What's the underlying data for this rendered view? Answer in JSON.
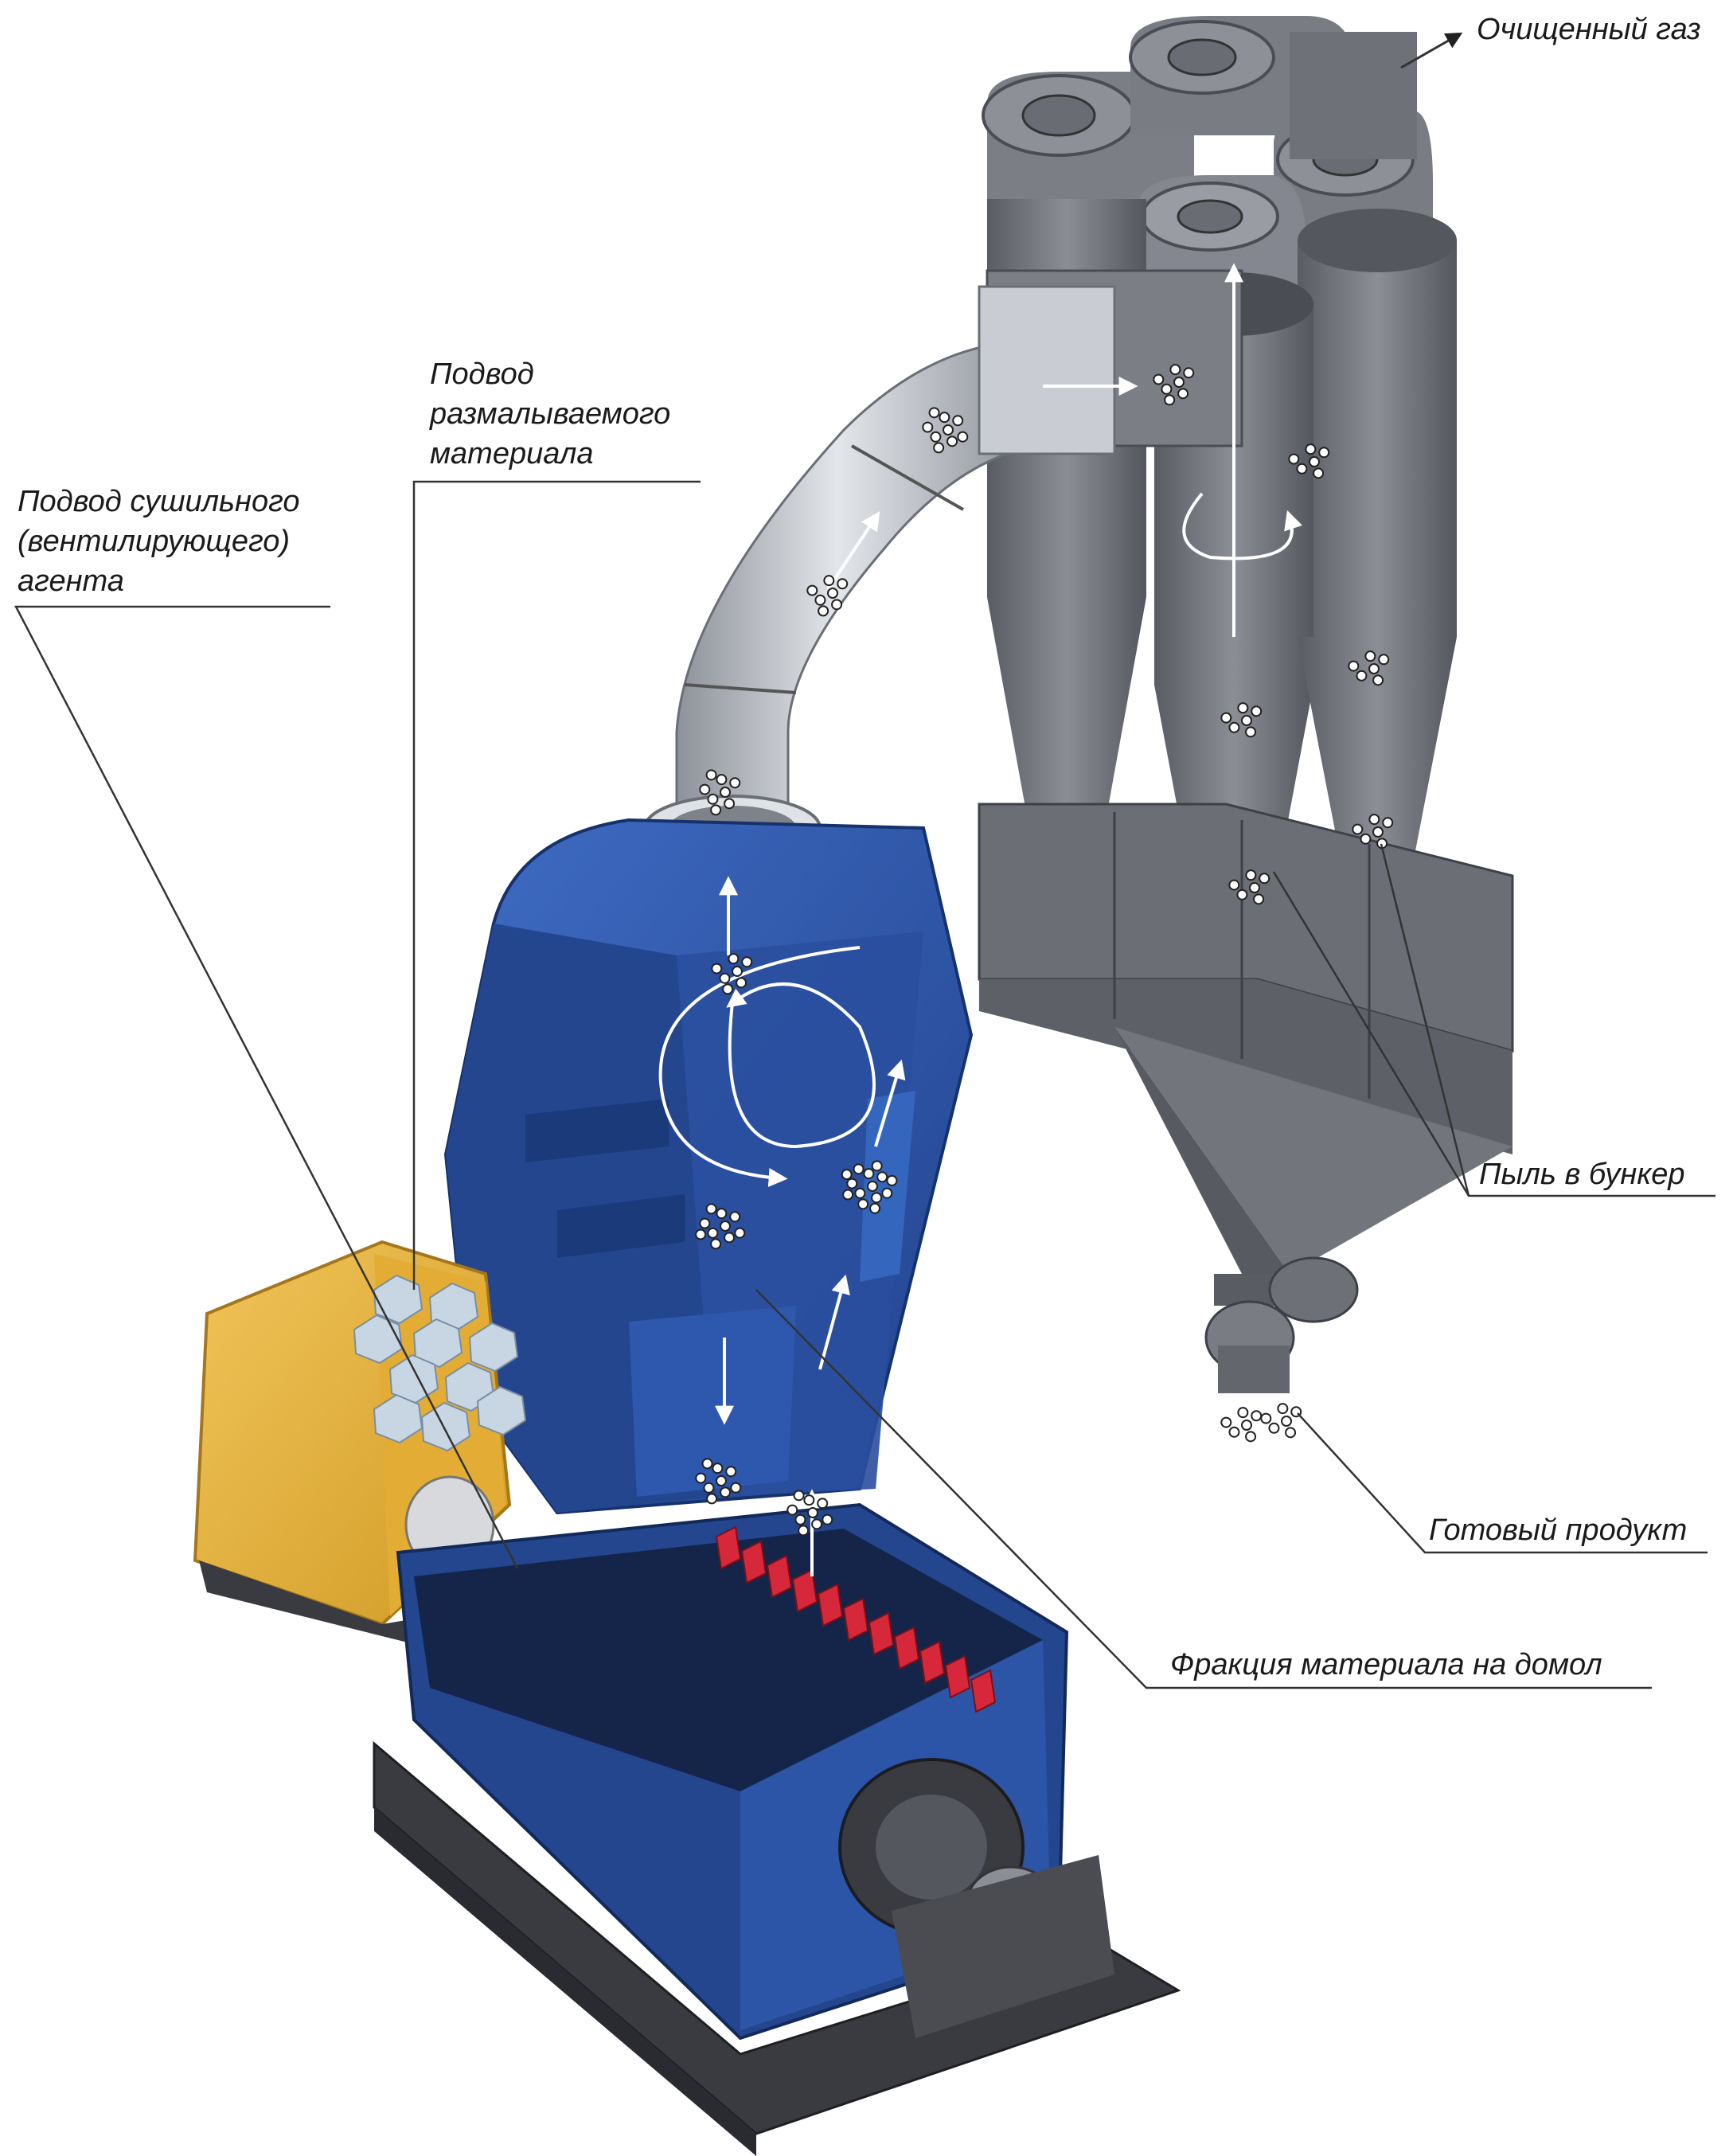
{
  "labels": {
    "clean_gas": "Очищенный газ",
    "feed_material": [
      "Подвод",
      "размалываемого",
      "материала"
    ],
    "drying_agent": [
      "Подвод сушильного",
      "(вентилирующего)",
      "агента"
    ],
    "dust_to_bunker": "Пыль в бункер",
    "finished_product": "Готовый продукт",
    "regrind_fraction": "Фракция материала на домол"
  },
  "colors": {
    "mill_blue": "#2c55a8",
    "mill_blue_dark": "#1d3d82",
    "mill_blue_light": "#3f6cc4",
    "cyclone_gray": "#6e7078",
    "cyclone_gray_dark": "#4b4d55",
    "cyclone_gray_light": "#8a8c94",
    "duct_silver": "#b9bdc4",
    "motor_yellow": "#e6b43c",
    "frame_dark": "#3a3b40",
    "rotor_red": "#d6283a",
    "leader_line": "#333333"
  }
}
